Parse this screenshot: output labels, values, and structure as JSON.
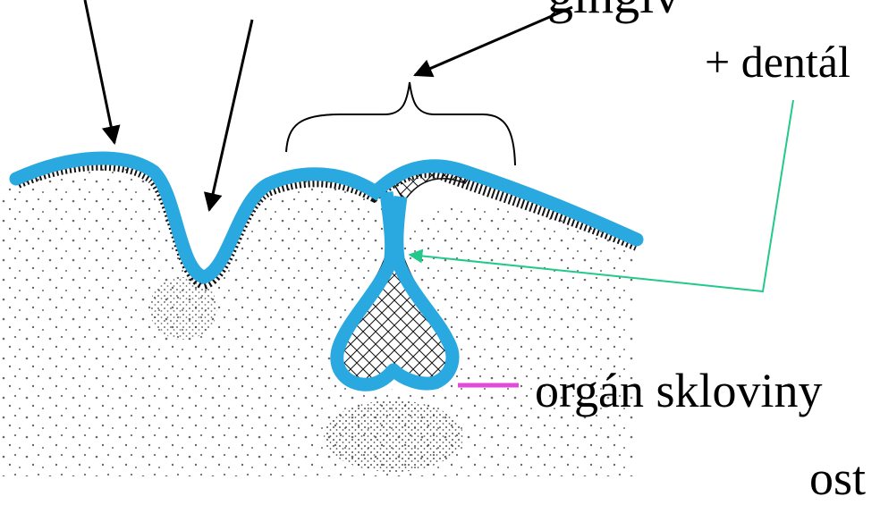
{
  "labels": {
    "top_right_partial": "gingiv",
    "dental_partial": "+ dentál",
    "enamel_organ": "orgán skloviny",
    "bottom_right_partial": "ost"
  },
  "colors": {
    "epithelium": "#2aa8e0",
    "arrow": "#000000",
    "green_arrow": "#22c98a",
    "magenta_line": "#e24ad8",
    "mesenchyme_dots": "#6a6a6a",
    "outline": "#111111"
  }
}
